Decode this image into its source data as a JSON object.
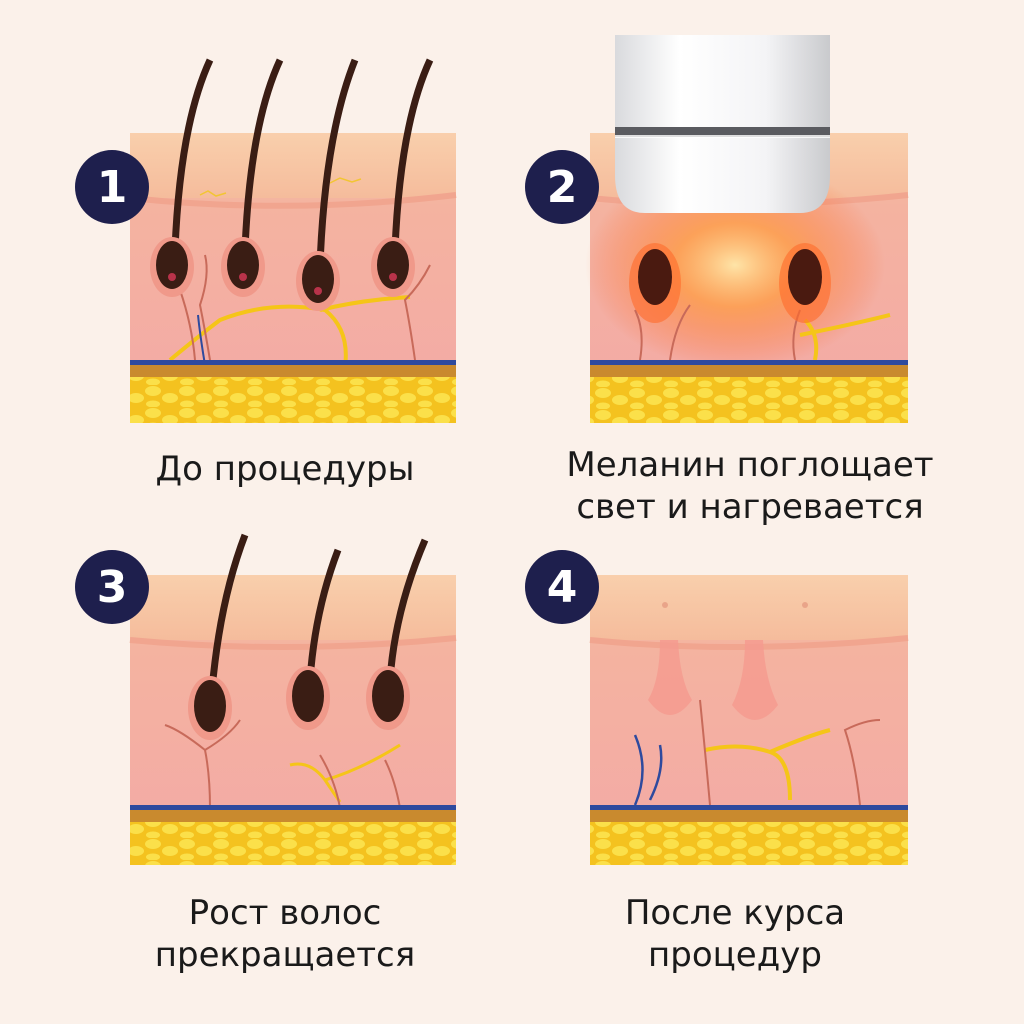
{
  "steps": [
    {
      "number": "1",
      "caption_lines": [
        "До процедуры"
      ]
    },
    {
      "number": "2",
      "caption_lines": [
        "Меланин поглощает",
        "свет и нагревается"
      ]
    },
    {
      "number": "3",
      "caption_lines": [
        "Рост волос",
        "прекращается"
      ]
    },
    {
      "number": "4",
      "caption_lines": [
        "После курса",
        "процедур"
      ]
    }
  ],
  "colors": {
    "badge": "#1e1f4d",
    "epidermis": "#f6c3a4",
    "dermis": "#f5b6ad",
    "fat": "#f7d93a",
    "hair": "#3a1d14",
    "nerve": "#f5c518",
    "vein": "#2e4a9e",
    "light": "#ff7a1a"
  }
}
